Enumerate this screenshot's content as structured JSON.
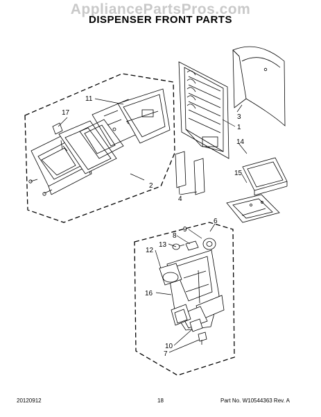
{
  "watermark": "AppliancePartsPros.com",
  "title": "DISPENSER FRONT PARTS",
  "callouts": {
    "c1": "1",
    "c2": "2",
    "c3": "3",
    "c4": "4",
    "c6": "6",
    "c7": "7",
    "c8": "8",
    "c9": "9",
    "c10": "10",
    "c11": "11",
    "c12": "12",
    "c13": "13",
    "c14": "14",
    "c15": "15",
    "c16": "16",
    "c17": "17"
  },
  "footer": {
    "date": "20120912",
    "page": "18",
    "part": "Part No. W10544363  Rev. A"
  },
  "colors": {
    "line": "#000000",
    "watermark": "#c9c9c9",
    "fill": "#ffffff"
  }
}
